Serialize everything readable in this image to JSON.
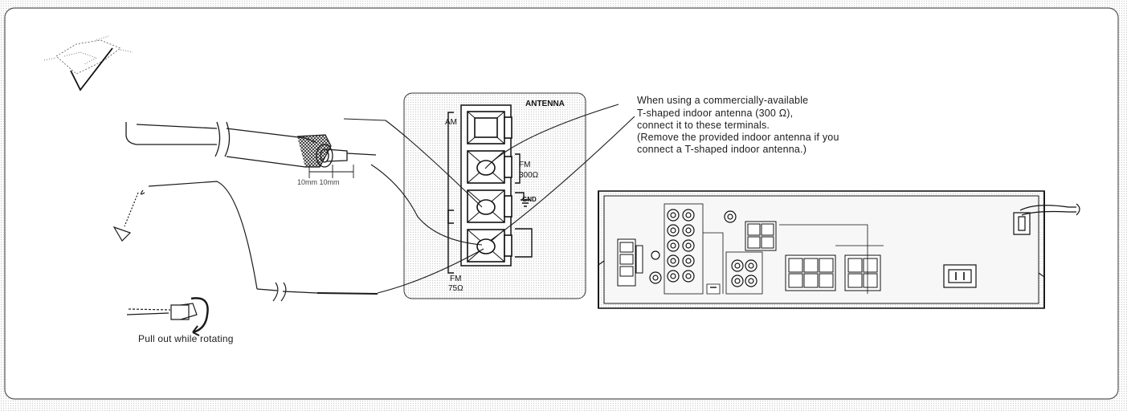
{
  "antenna_panel": {
    "title": "ANTENNA",
    "am_label": "AM",
    "fm300_label": "FM",
    "fm300_value": "300Ω",
    "gnd_label": "GND",
    "fm75_label": "FM",
    "fm75_value": "75Ω"
  },
  "callout": {
    "line1": "When using a commercially-available",
    "line2": "T-shaped indoor antenna (300 Ω),",
    "line3": "connect it to these terminals.",
    "line4": "(Remove the provided indoor antenna if you",
    "line5": "connect a T-shaped indoor antenna.)"
  },
  "cable_strip_label": "10mm  10mm",
  "pull_out_label": "Pull out while rotating",
  "colors": {
    "line": "#1a1a1a",
    "frame": "#555555",
    "panel_dot": "#cfcfcf"
  }
}
